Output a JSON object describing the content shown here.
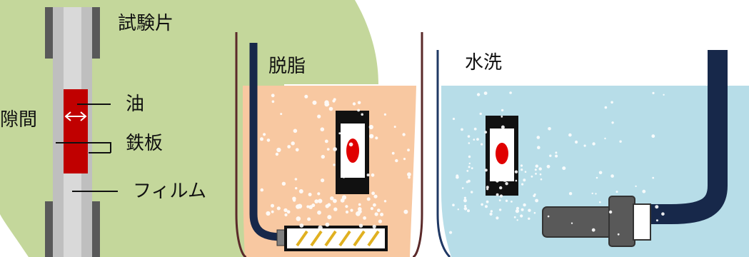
{
  "labels": {
    "specimen": "試験片",
    "oil": "油",
    "gap": "隙間",
    "iron_plate": "鉄板",
    "film": "フィルム",
    "degreasing": "脱脂",
    "water_wash": "水洗"
  },
  "colors": {
    "background_blob": "#c4d79b",
    "degrease_liquid": "#f8c8a1",
    "wash_liquid": "#b7dde8",
    "degrease_tank_wall": "#5b2a2a",
    "wash_tank_wall": "#1f3864",
    "pipe": "#17284a",
    "oil": "#c00000",
    "film_gray": "#bfbfbf",
    "clamp_gray": "#595959"
  }
}
